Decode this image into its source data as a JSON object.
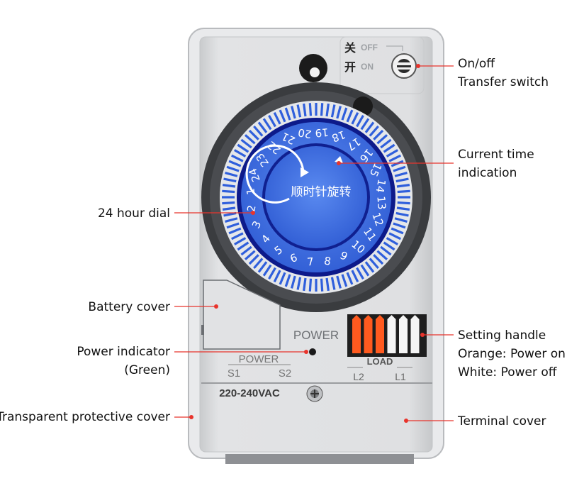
{
  "device": {
    "switch_off_cn": "关",
    "switch_on_cn": "开",
    "switch_off_label": "OFF",
    "switch_on_label": "ON",
    "dial_center_text": "顺时针旋转",
    "dial_hours": [
      "24",
      "1",
      "2",
      "3",
      "4",
      "5",
      "6",
      "7",
      "8",
      "9",
      "10",
      "11",
      "12",
      "13",
      "14",
      "15",
      "16",
      "17",
      "18",
      "19",
      "20",
      "21",
      "22",
      "23"
    ],
    "power_label": "POWER",
    "terminal_power_label": "POWER",
    "terminal_s1": "S1",
    "terminal_s2": "S2",
    "load_label": "LOAD",
    "load_l2": "L2",
    "load_l1": "L1",
    "voltage_label": "220-240VAC",
    "setting_handles": [
      "orange",
      "orange",
      "orange",
      "white",
      "white",
      "white"
    ]
  },
  "callouts": {
    "onoff_line1": "On/off",
    "onoff_line2": "Transfer switch",
    "current_time_line1": "Current time",
    "current_time_line2": "indication",
    "dial_label": "24 hour dial",
    "battery_cover": "Battery cover",
    "power_indicator_line1": "Power indicator",
    "power_indicator_line2": "(Green)",
    "transparent_cover": "Transparent protective cover",
    "setting_handle_line1": "Setting handle",
    "setting_handle_line2": "Orange: Power on",
    "setting_handle_line3": "White: Power off",
    "terminal_cover": "Terminal cover"
  },
  "colors": {
    "accent_red": "#e8342c",
    "dial_blue": "#3d6fe0",
    "dial_dark_blue": "#0d1a8a",
    "handle_orange": "#ff5a1f",
    "handle_white": "#f4f4f4",
    "housing": "#d8dadc"
  }
}
